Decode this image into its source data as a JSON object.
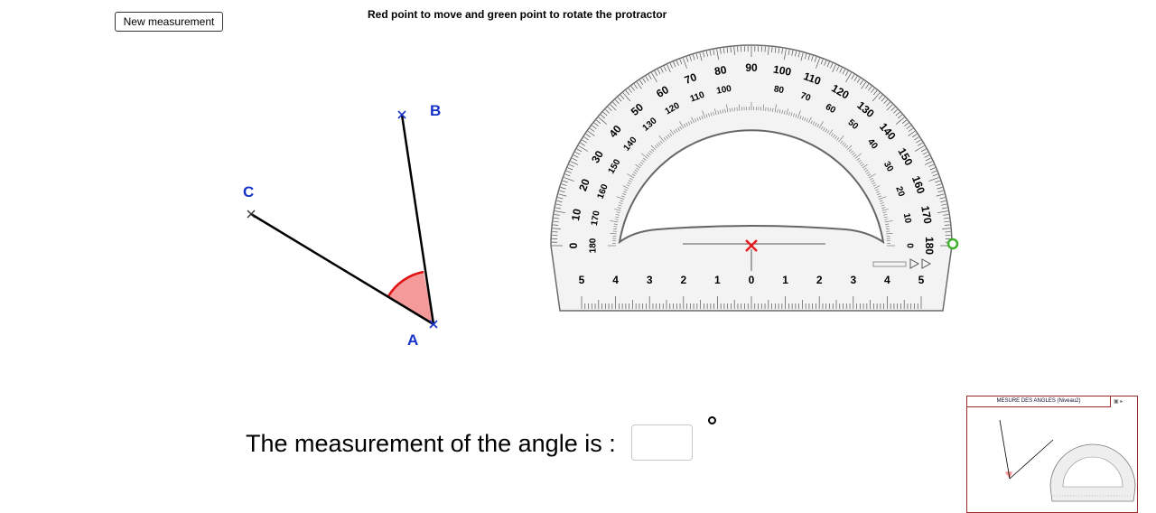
{
  "toolbar": {
    "new_measurement_label": "New measurement"
  },
  "instruction": "Red point  to move and green point to rotate the protractor",
  "points": {
    "a": "A",
    "b": "B",
    "c": "C"
  },
  "protractor": {
    "outer_labels": [
      "0",
      "10",
      "20",
      "30",
      "40",
      "50",
      "60",
      "70",
      "80",
      "90",
      "100",
      "110",
      "120",
      "130",
      "140",
      "150",
      "160",
      "170",
      "180"
    ],
    "inner_labels": [
      "180",
      "170",
      "160",
      "150",
      "140",
      "130",
      "120",
      "110",
      "100",
      "80",
      "70",
      "60",
      "50",
      "40",
      "30",
      "20",
      "10",
      "0"
    ],
    "ruler_labels": [
      "5",
      "4",
      "3",
      "2",
      "1",
      "0",
      "1",
      "2",
      "3",
      "4",
      "5"
    ]
  },
  "answer": {
    "label": "The measurement of the angle is :",
    "value": ""
  },
  "thumbnail": {
    "title": "MESURE DES ANGLES (Niveau2)"
  },
  "colors": {
    "angle_fill": "#f59a9a",
    "angle_arc": "#e01010",
    "point_label": "#1533c8",
    "center_marker": "#e81c1c",
    "rotate_handle": "#3fb02b"
  }
}
